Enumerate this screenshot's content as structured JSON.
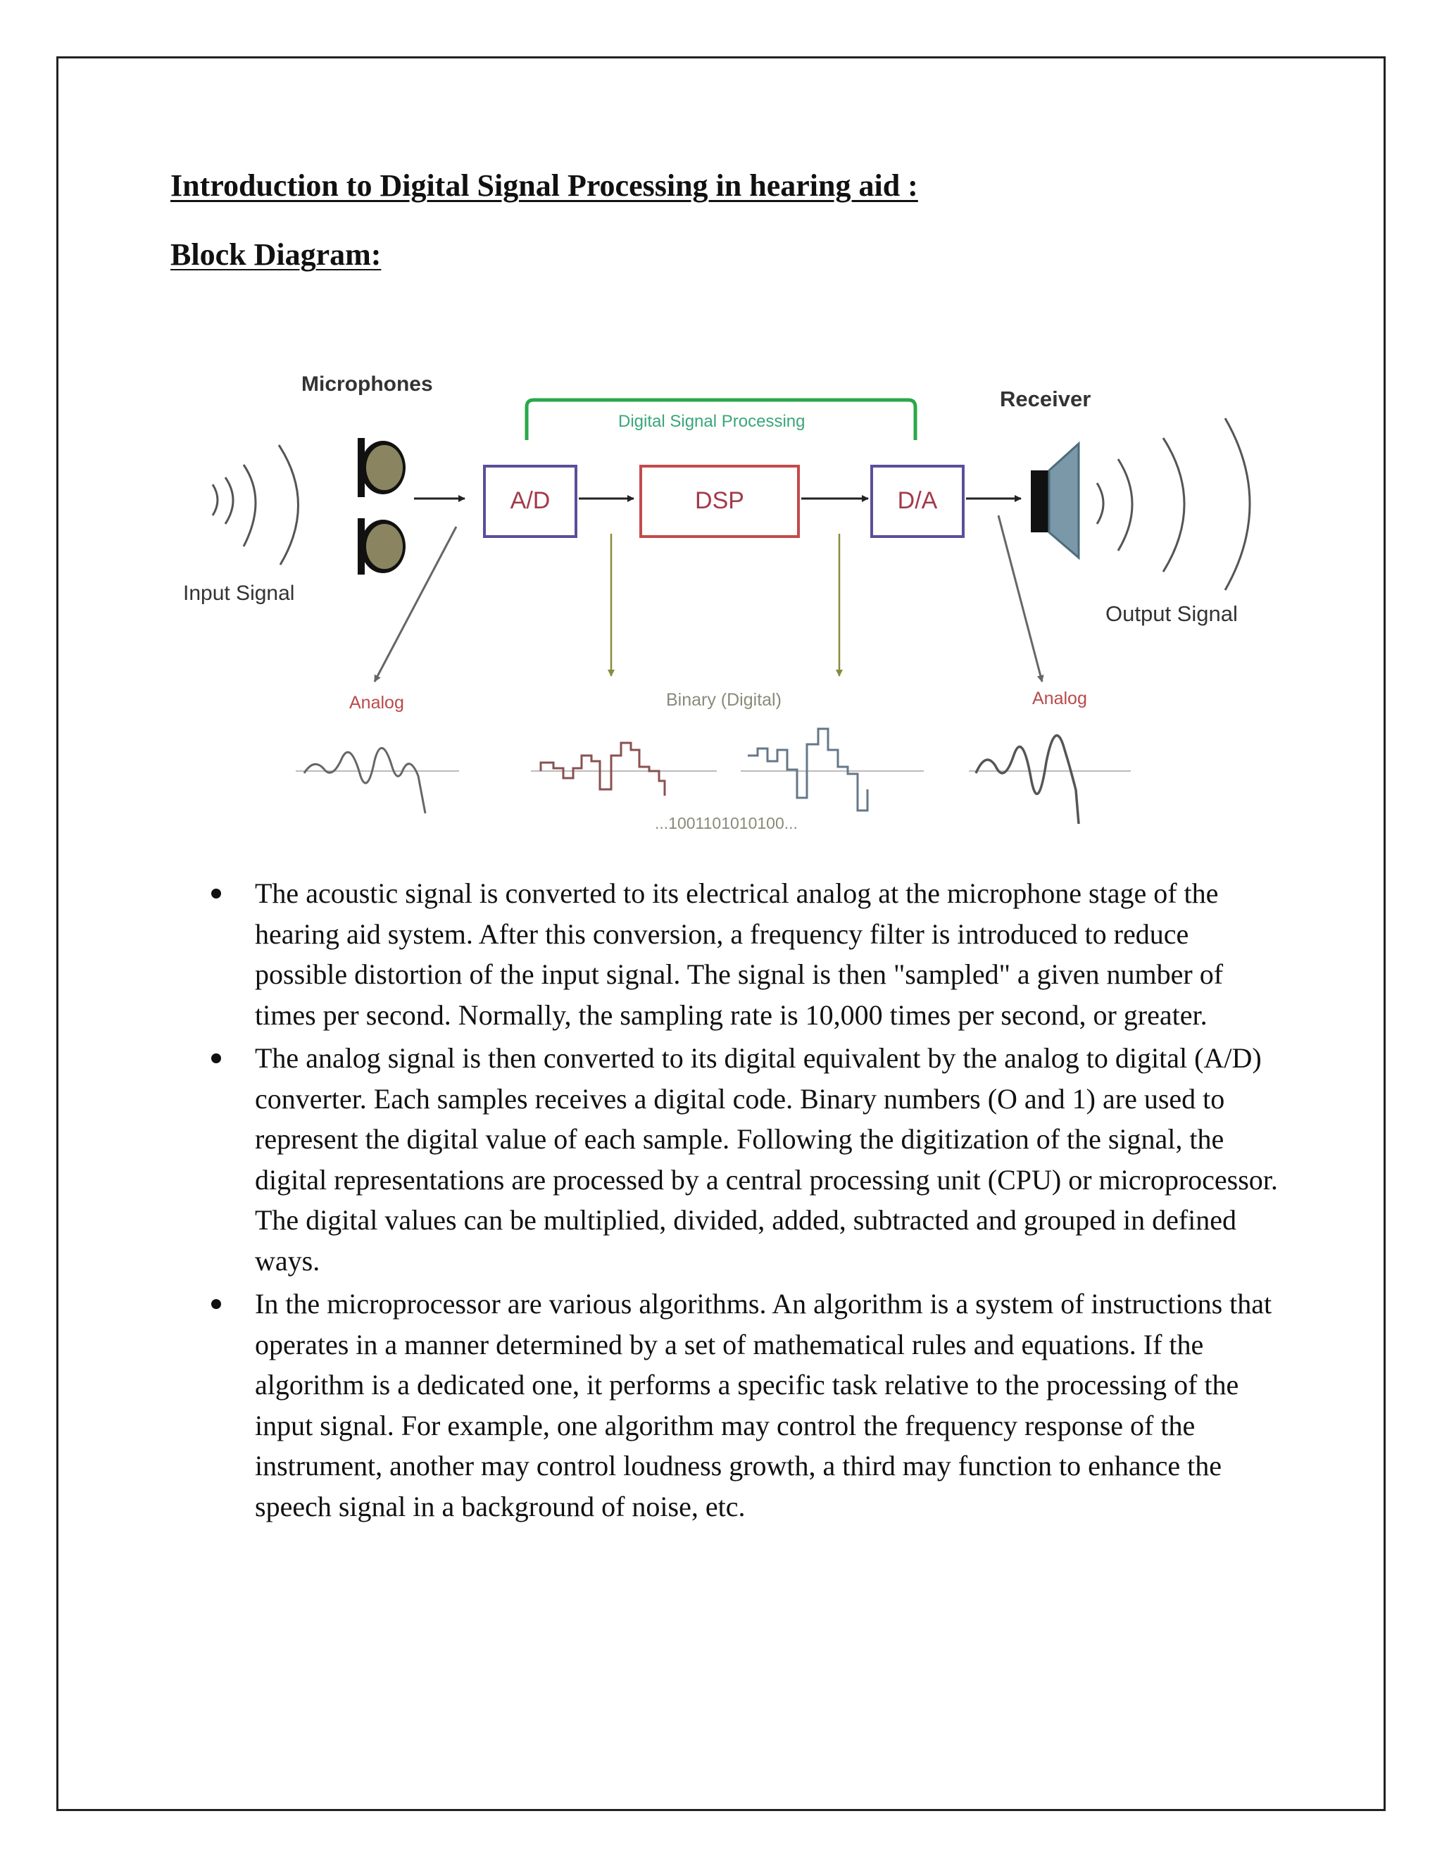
{
  "document": {
    "title": "Introduction to Digital Signal Processing in hearing aid :",
    "subtitle": "Block Diagram:"
  },
  "diagram": {
    "microphones_label": "Microphones",
    "dsp_bracket_label": "Digital Signal Processing",
    "receiver_label": "Receiver",
    "input_label": "Input Signal",
    "output_label": "Output Signal",
    "ad_label": "A/D",
    "dsp_label": "DSP",
    "da_label": "D/A",
    "analog_left_label": "Analog",
    "binary_label": "Binary (Digital)",
    "analog_right_label": "Analog",
    "binary_code": "...1001101010100...",
    "colors": {
      "box_ad": "#5a4f9a",
      "box_dsp": "#c44a4a",
      "box_da": "#5a4f9a",
      "bracket": "#2aa84a",
      "bracket_text": "#3aa67a",
      "analog_text": "#b94a4a",
      "binary_text": "#8a8a7a",
      "arrow_down": "#8a8a40",
      "mic": "#8a8560"
    }
  },
  "bullets": [
    "The acoustic signal is converted to its electrical analog at the microphone stage of the hearing aid system. After this conversion, a frequency filter is introduced to reduce possible distortion of the input signal. The signal is then \"sampled\" a given number of times per second. Normally, the sampling rate is 10,000 times per second, or greater.",
    "The analog signal is then converted to its digital equivalent by the analog to digital (A/D) converter. Each samples receives a digital code. Binary numbers (O and 1) are used to represent the digital value of each sample. Following the digitization of the signal, the digital representations are processed by a central processing unit (CPU) or microprocessor. The digital values can be multiplied, divided, added, subtracted and grouped in defined ways.",
    "In the microprocessor are various algorithms. An algorithm is a system of instructions that operates in a manner determined by a set of mathematical rules and equations. If the algorithm is a dedicated one, it performs a specific task relative to the processing of the input signal. For example, one algorithm may control the frequency response of the instrument, another may control loudness growth, a third may function to enhance the speech signal in a background of noise, etc."
  ]
}
